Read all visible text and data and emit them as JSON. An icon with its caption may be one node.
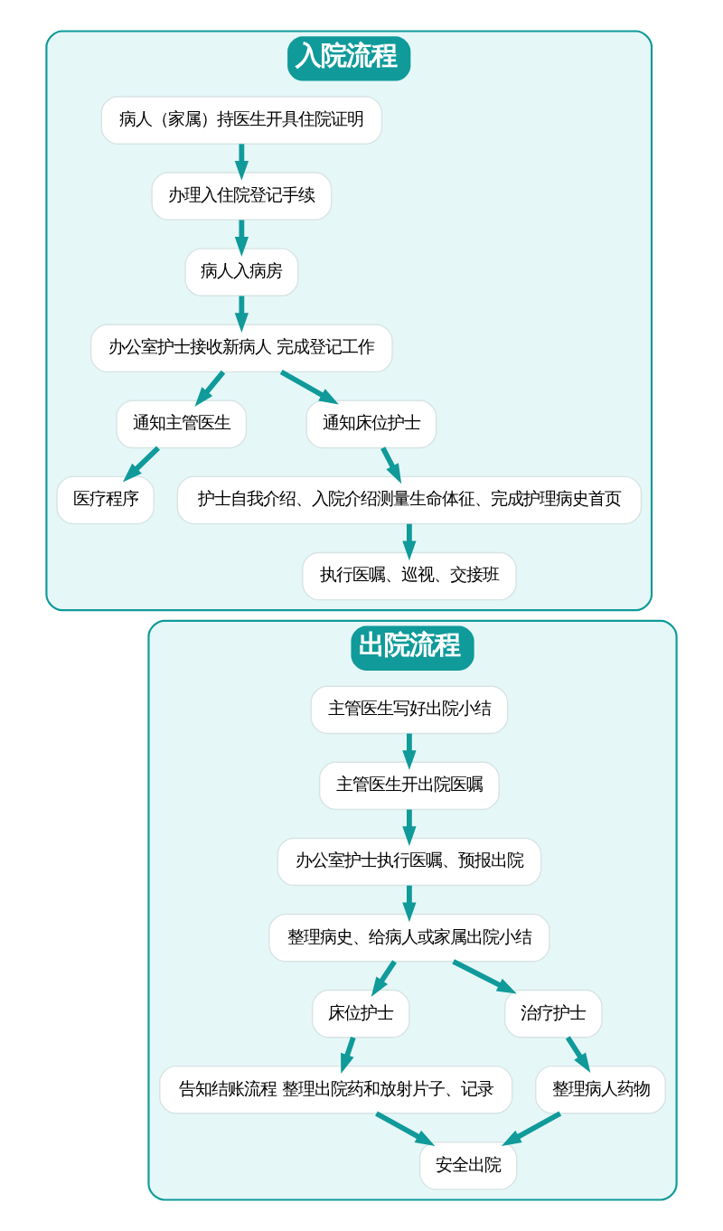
{
  "diagram": {
    "nodes": [
      {
        "text": [
          "入院流程"
        ]
      },
      {
        "text": [
          "病人（家属）持医生开具住院证明"
        ],
        "in": 0
      },
      {
        "text": [
          "办理入住院登记手续"
        ],
        "in": 0
      },
      {
        "text": [
          "病人入病房"
        ],
        "in": 0
      },
      {
        "text": [
          "办公室护士接收新病人 完成登记工作"
        ],
        "in": 0
      },
      {
        "text": [
          "通知主管医生"
        ],
        "in": 0
      },
      {
        "text": [
          "医疗程序"
        ],
        "in": 0
      },
      {
        "text": [
          "通知床位护士"
        ],
        "in": 0
      },
      {
        "text": [
          "护士自我介绍、入院介绍测量生命体征、完成护理病史首页"
        ],
        "in": 0
      },
      {
        "text": [
          "执行医嘱、巡视、交接班"
        ],
        "in": 0
      },
      {
        "text": [
          "出院流程"
        ]
      },
      {
        "text": [
          "主管医生写好出院小结"
        ],
        "in": 10
      },
      {
        "text": [
          "主管医生开出院医嘱"
        ],
        "in": 10
      },
      {
        "text": [
          "办公室护士执行医嘱、预报出院"
        ],
        "in": 10
      },
      {
        "text": [
          "整理病史、给病人或家属出院小结"
        ],
        "in": 10
      },
      {
        "text": [
          "床位护士"
        ],
        "in": 10
      },
      {
        "text": [
          "治疗护士"
        ],
        "in": 10
      },
      {
        "text": [
          "告知结账流程 整理出院药和放射片子、记录"
        ],
        "in": 10
      },
      {
        "text": [
          "整理病人药物"
        ],
        "in": 10
      },
      {
        "text": [
          "安全出院"
        ],
        "in": 10
      }
    ],
    "edges": [
      {
        "from": 1,
        "to": 2,
        "arrow": "to"
      },
      {
        "from": 2,
        "to": 3,
        "arrow": "to"
      },
      {
        "from": 3,
        "to": 4,
        "arrow": "to"
      },
      {
        "from": 4,
        "to": 5,
        "arrow": "to"
      },
      {
        "from": 4,
        "to": 7,
        "arrow": "to"
      },
      {
        "from": 5,
        "to": 6,
        "arrow": "to"
      },
      {
        "from": 7,
        "to": 8,
        "arrow": "to"
      },
      {
        "from": 8,
        "to": 9,
        "arrow": "to"
      },
      {
        "from": 11,
        "to": 12,
        "arrow": "to"
      },
      {
        "from": 12,
        "to": 13,
        "arrow": "to"
      },
      {
        "from": 13,
        "to": 14,
        "arrow": "to"
      },
      {
        "from": 14,
        "to": 15,
        "arrow": "to"
      },
      {
        "from": 14,
        "to": 16,
        "arrow": "to"
      },
      {
        "from": 15,
        "to": 17,
        "arrow": "to"
      },
      {
        "from": 16,
        "to": 18,
        "arrow": "to"
      },
      {
        "from": 17,
        "to": 19,
        "arrow": "to"
      },
      {
        "from": 18,
        "to": 19,
        "arrow": "to"
      }
    ]
  }
}
